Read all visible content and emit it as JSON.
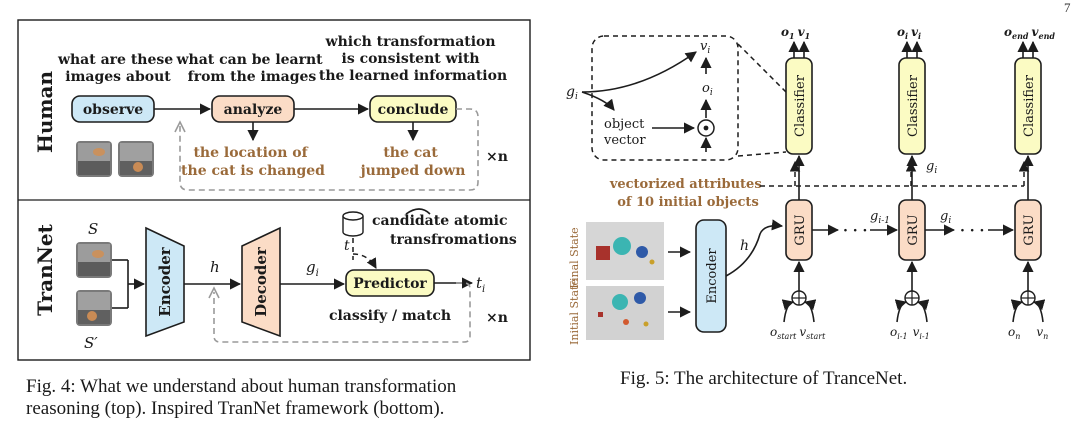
{
  "page_number": "7",
  "fig4": {
    "section_human": "Human",
    "section_trannet": "TranNet",
    "q_observe": [
      "what are these",
      "images about"
    ],
    "q_analyze": [
      "what can be learnt",
      "from the images"
    ],
    "q_conclude": [
      "which transformation",
      "is consistent with",
      "the learned information"
    ],
    "box_observe": "observe",
    "box_analyze": "analyze",
    "box_conclude": "conclude",
    "result_analyze": [
      "the location of",
      "the cat is changed"
    ],
    "result_conclude": [
      "the cat",
      "jumped down"
    ],
    "repeat_human": "×n",
    "label_s": "S",
    "label_s_prime": "S′",
    "encoder": "Encoder",
    "decoder": "Decoder",
    "label_h": "h",
    "label_gi": "g",
    "label_gi_sub": "i",
    "label_t": "t",
    "candidate": [
      "candidate atomic",
      "transfromations"
    ],
    "predictor": "Predictor",
    "label_ti": "t",
    "label_ti_sub": "i",
    "classify_match": "classify / match",
    "repeat_trannet": "×n",
    "caption": [
      "Fig. 4: What we understand about human transformation",
      "reasoning (top). Inspired TranNet framework (bottom)."
    ]
  },
  "fig5": {
    "inset_vi": "v",
    "inset_oi": "o",
    "inset_sub": "i",
    "inset_gi": "g",
    "object_vector": [
      "object",
      "vector"
    ],
    "vectorized": [
      "vectorized attributes",
      "of 10 initial objects"
    ],
    "classifier": "Classifier",
    "gru": "GRU",
    "encoder": "Encoder",
    "label_h": "h",
    "final_state": "Final State",
    "initial_state": "Initial State",
    "outputs": [
      {
        "o": "o",
        "o_sub": "1",
        "v": "v",
        "v_sub": "1"
      },
      {
        "o": "o",
        "o_sub": "i",
        "v": "v",
        "v_sub": "i"
      },
      {
        "o": "o",
        "o_sub": "end",
        "v": "v",
        "v_sub": "end"
      }
    ],
    "inputs": [
      {
        "o": "o",
        "o_sub": "start",
        "v": "v",
        "v_sub": "start"
      },
      {
        "o": "o",
        "o_sub": "i-1",
        "v": "v",
        "v_sub": "i-1"
      },
      {
        "o": "o",
        "o_sub": "n",
        "v": "v",
        "v_sub": "n"
      }
    ],
    "g_labels": {
      "g": "g",
      "sub_i": "i",
      "sub_i1": "i-1"
    },
    "dots": "· · ·",
    "caption": "Fig. 5: The architecture of TranceNet."
  },
  "colors": {
    "blue_box": "#cde8f6",
    "orange_box": "#fbdcc6",
    "yellow_box": "#fbfbc3",
    "brown_text": "#9a6a3a"
  }
}
